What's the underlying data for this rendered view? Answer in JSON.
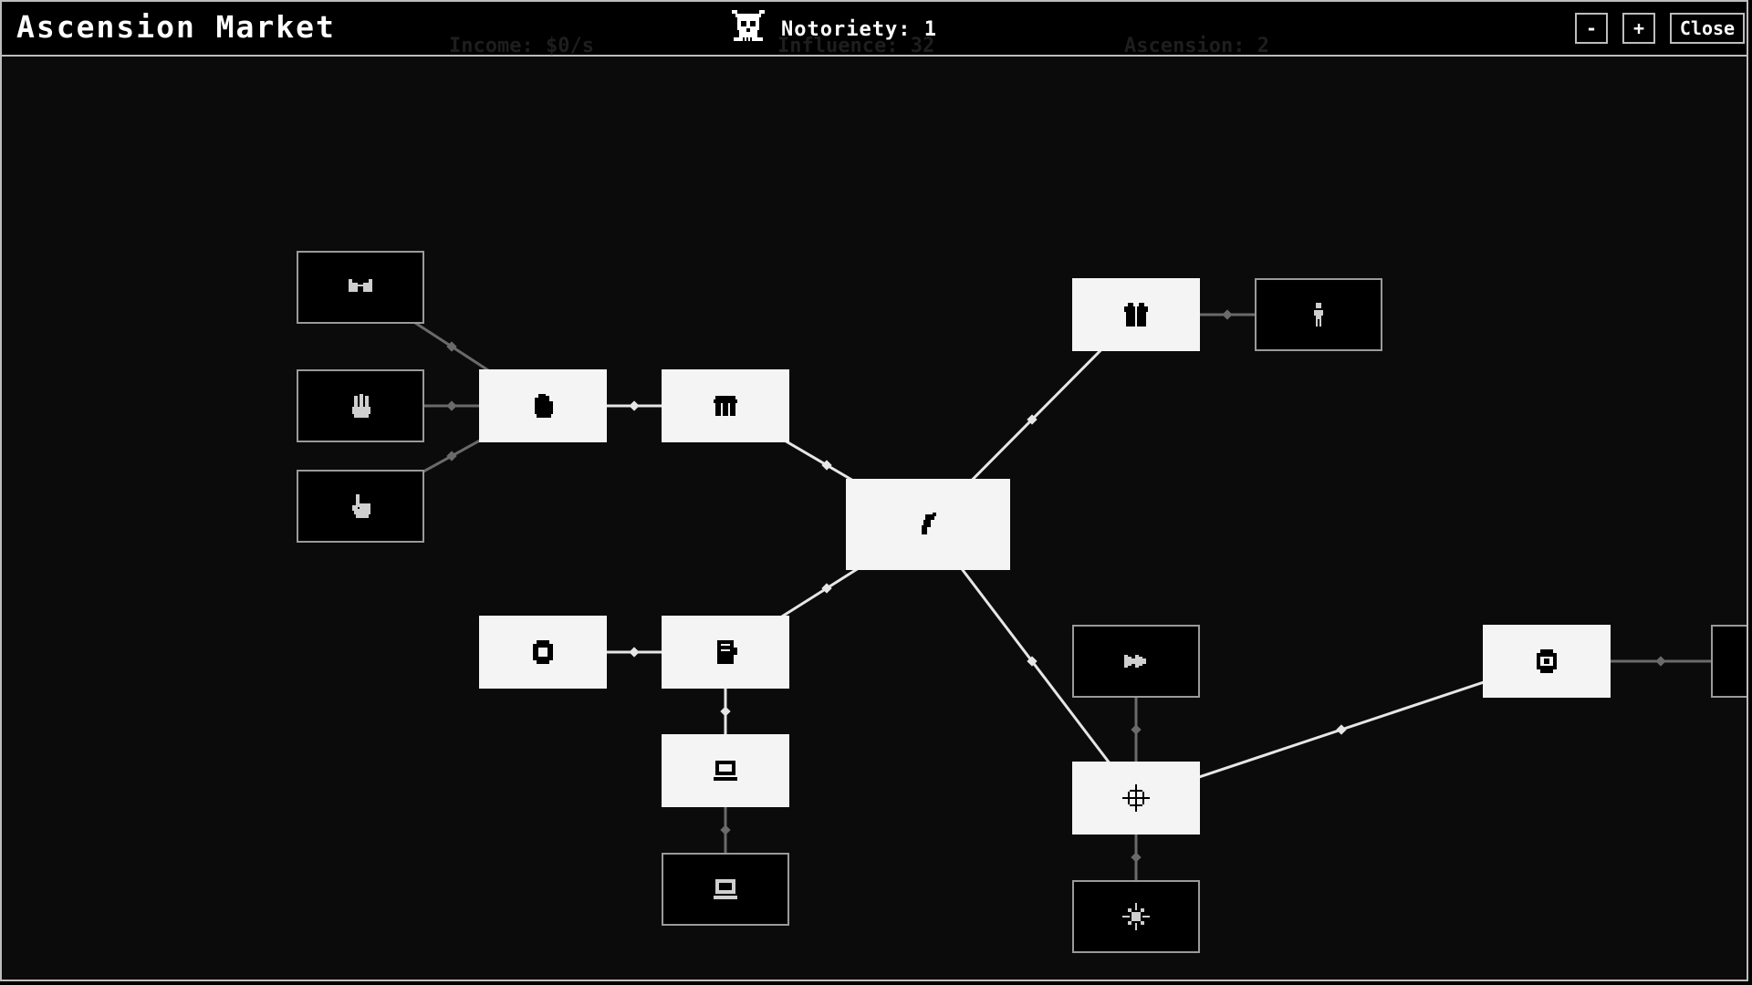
{
  "window": {
    "title": "Ascension Market",
    "notoriety_label": "Notoriety: 1",
    "notoriety_icon": "skull-icon",
    "buttons": {
      "zoom_out": "-",
      "zoom_in": "+",
      "close": "Close"
    },
    "ghost_header": {
      "income": "Income: $0/s",
      "influence": "Influence: 32",
      "ascension": "Ascension: 2"
    }
  },
  "colors": {
    "background": "#0b0b0b",
    "purchased_node": "#f4f4f4",
    "locked_node_border": "#9a9a9a",
    "active_link": "#e6e6e6",
    "inactive_link": "#6a6a6a"
  },
  "nodes": [
    {
      "id": "root",
      "icon": "pistol-icon",
      "state": "purchased"
    },
    {
      "id": "hand",
      "icon": "hand-icon",
      "state": "purchased"
    },
    {
      "id": "vest",
      "icon": "armor-vest-icon",
      "state": "purchased"
    },
    {
      "id": "glasses",
      "icon": "glasses-icon",
      "state": "locked"
    },
    {
      "id": "fingers",
      "icon": "three-fingers-icon",
      "state": "locked"
    },
    {
      "id": "pointer",
      "icon": "pointing-hand-icon",
      "state": "locked"
    },
    {
      "id": "gift",
      "icon": "gift-icon",
      "state": "purchased"
    },
    {
      "id": "figure",
      "icon": "person-icon",
      "state": "locked"
    },
    {
      "id": "book",
      "icon": "notebook-icon",
      "state": "purchased"
    },
    {
      "id": "coin",
      "icon": "coin-icon",
      "state": "purchased"
    },
    {
      "id": "laptop1",
      "icon": "laptop-icon",
      "state": "purchased"
    },
    {
      "id": "laptop2",
      "icon": "laptop-icon",
      "state": "locked"
    },
    {
      "id": "crosshair",
      "icon": "crosshair-icon",
      "state": "purchased"
    },
    {
      "id": "fastforward",
      "icon": "fast-forward-icon",
      "state": "locked"
    },
    {
      "id": "burst",
      "icon": "burst-icon",
      "state": "locked"
    },
    {
      "id": "target",
      "icon": "target-icon",
      "state": "purchased"
    },
    {
      "id": "offscreen",
      "icon": "",
      "state": "locked"
    }
  ],
  "links": [
    {
      "from": "root",
      "to": "vest",
      "active": true
    },
    {
      "from": "vest",
      "to": "hand",
      "active": true
    },
    {
      "from": "hand",
      "to": "glasses",
      "active": false
    },
    {
      "from": "hand",
      "to": "fingers",
      "active": false
    },
    {
      "from": "hand",
      "to": "pointer",
      "active": false
    },
    {
      "from": "root",
      "to": "gift",
      "active": true
    },
    {
      "from": "gift",
      "to": "figure",
      "active": false
    },
    {
      "from": "root",
      "to": "book",
      "active": true
    },
    {
      "from": "book",
      "to": "coin",
      "active": true
    },
    {
      "from": "book",
      "to": "laptop1",
      "active": true
    },
    {
      "from": "laptop1",
      "to": "laptop2",
      "active": false
    },
    {
      "from": "root",
      "to": "crosshair",
      "active": true
    },
    {
      "from": "crosshair",
      "to": "fastforward",
      "active": false
    },
    {
      "from": "crosshair",
      "to": "burst",
      "active": false
    },
    {
      "from": "crosshair",
      "to": "target",
      "active": true
    },
    {
      "from": "target",
      "to": "offscreen",
      "active": false
    }
  ]
}
